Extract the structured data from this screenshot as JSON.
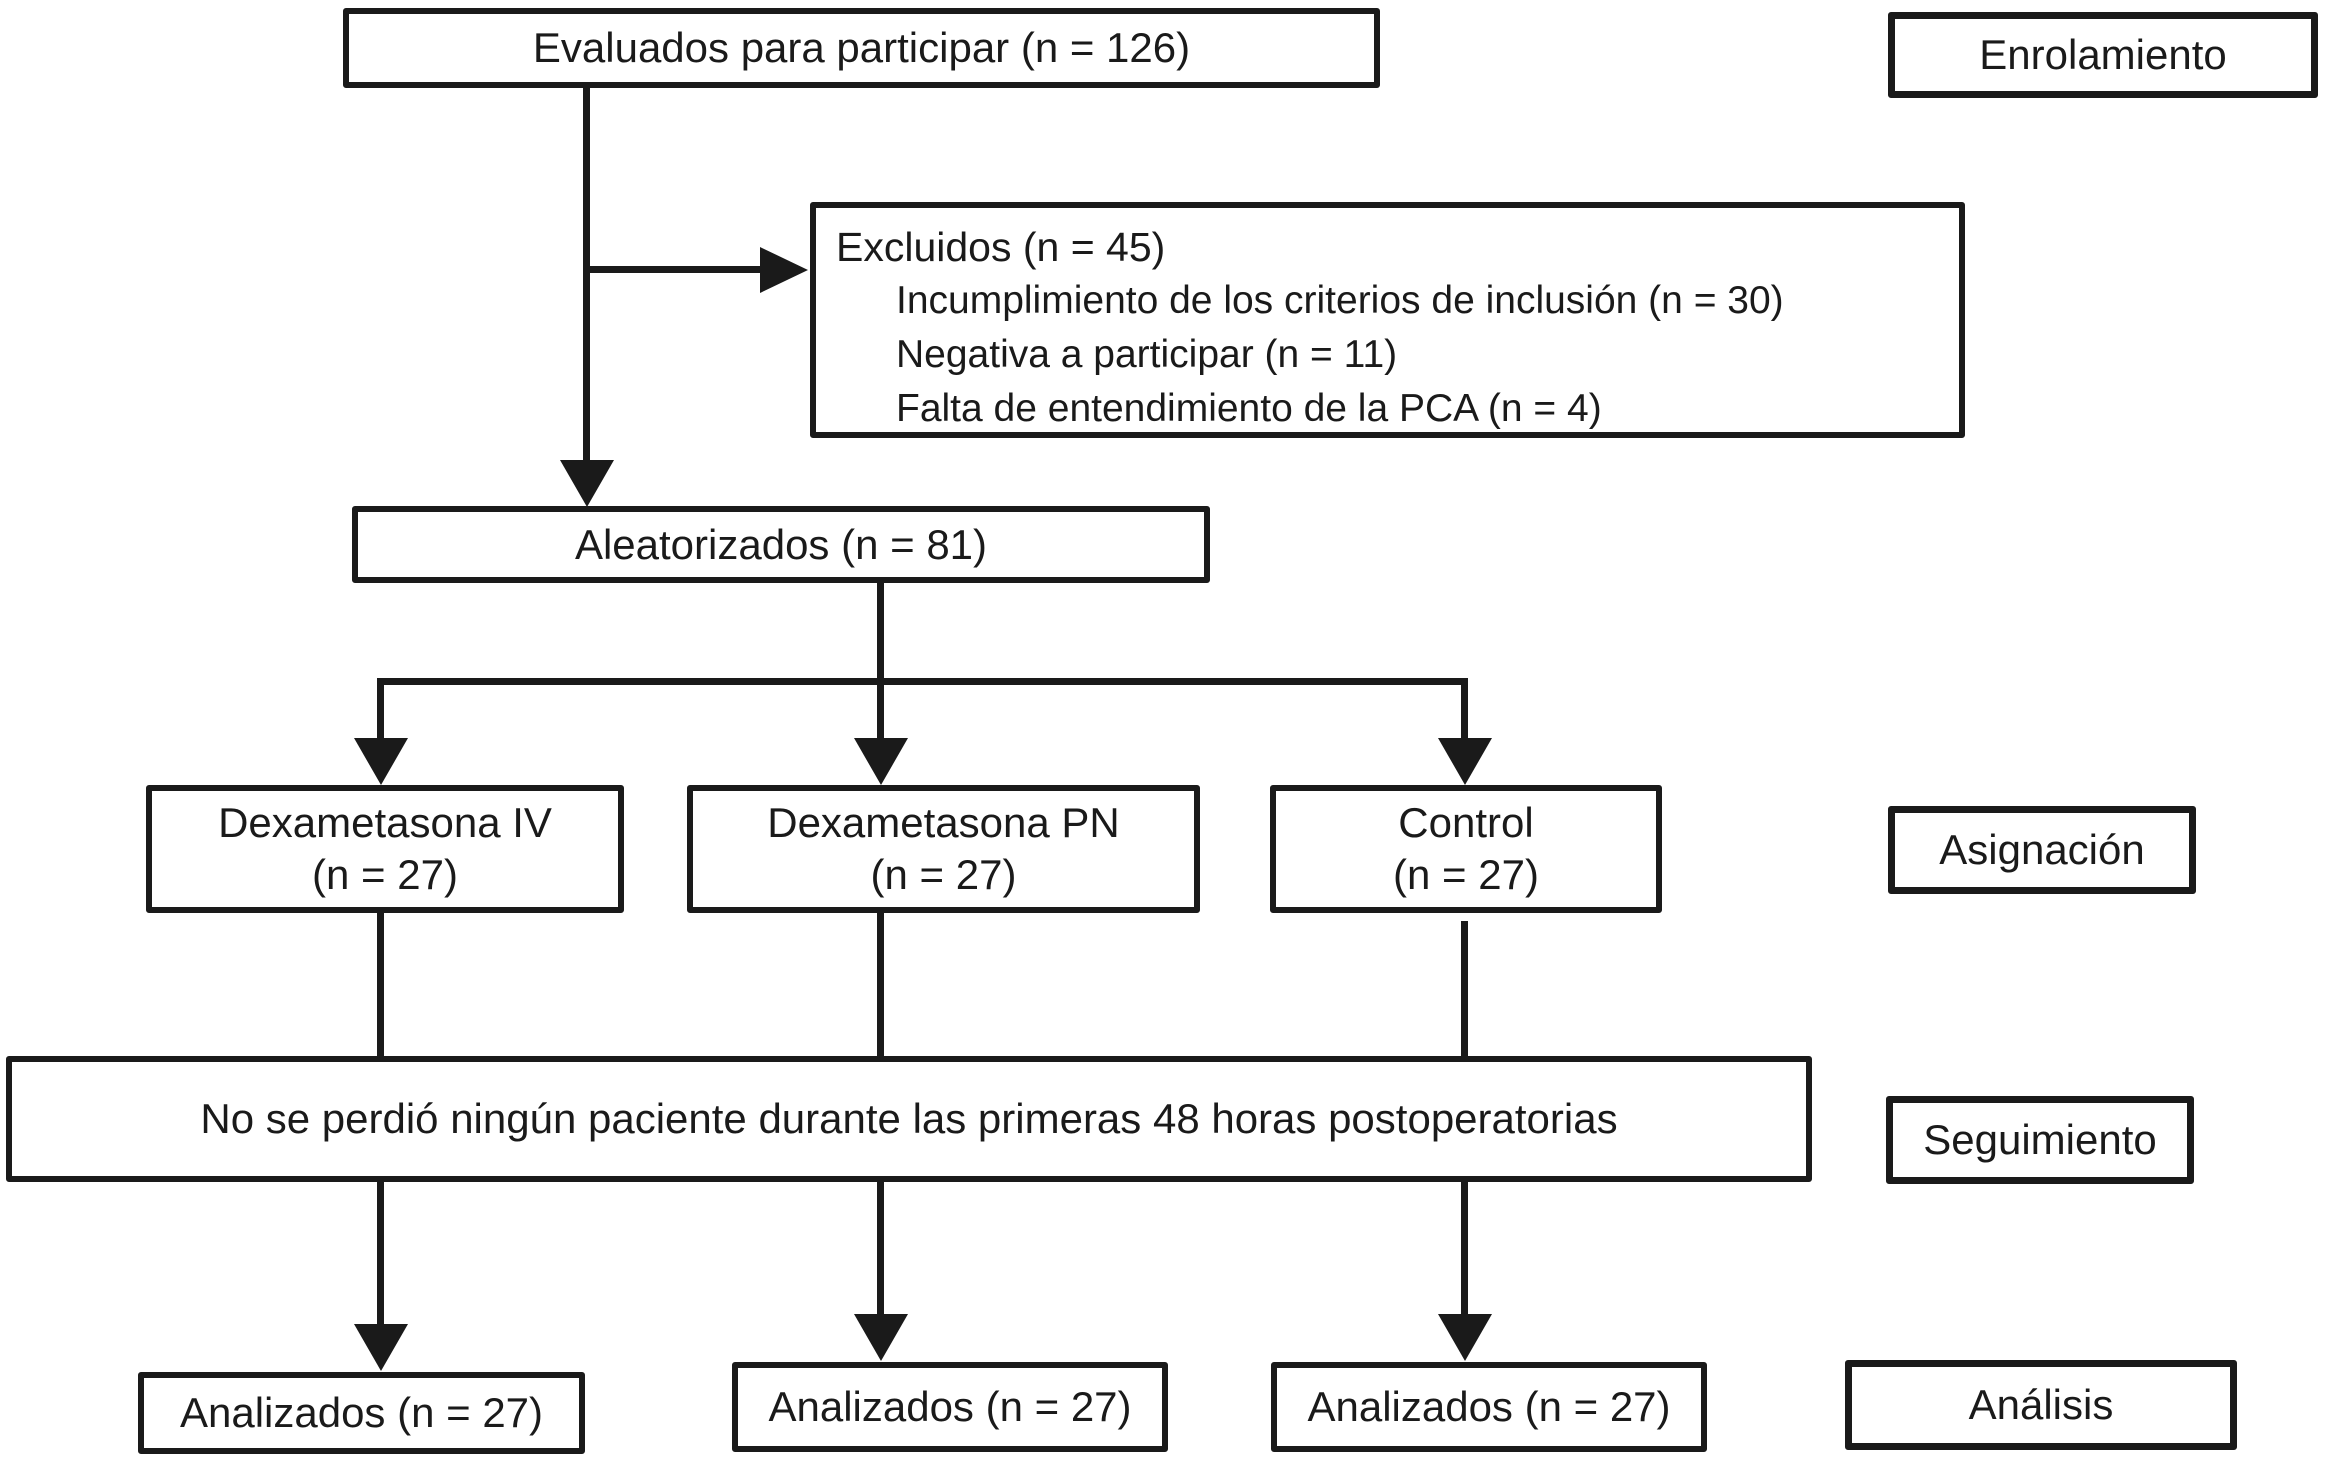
{
  "flowchart": {
    "assessed": {
      "label": "Evaluados para participar (n = 126)"
    },
    "excluded": {
      "title": "Excluidos (n = 45)",
      "reasons": [
        "Incumplimiento de los criterios de inclusión (n = 30)",
        "Negativa a participar (n = 11)",
        "Falta de entendimiento de la PCA (n = 4)"
      ]
    },
    "randomized": {
      "label": "Aleatorizados (n = 81)"
    },
    "groups": [
      {
        "name": "Dexametasona IV",
        "n": "(n = 27)"
      },
      {
        "name": "Dexametasona PN",
        "n": "(n = 27)"
      },
      {
        "name": "Control",
        "n": "(n = 27)"
      }
    ],
    "followup": {
      "label": "No se perdió ningún paciente durante las primeras 48 horas postoperatorias"
    },
    "analyzed": [
      {
        "label": "Analizados (n = 27)"
      },
      {
        "label": "Analizados (n = 27)"
      },
      {
        "label": "Analizados (n = 27)"
      }
    ],
    "stages": {
      "enrollment": "Enrolamiento",
      "allocation": "Asignación",
      "followup": "Seguimiento",
      "analysis": "Análisis"
    },
    "colors": {
      "ink": "#1a1a1a",
      "background": "#ffffff"
    }
  }
}
